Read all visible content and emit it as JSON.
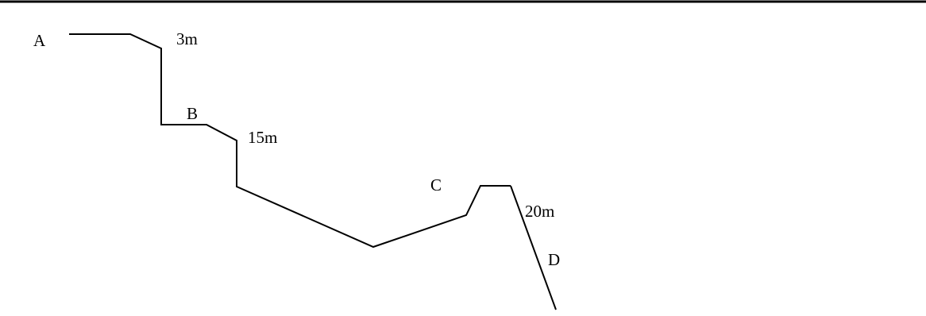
{
  "diagram": {
    "points": [
      {
        "id": "A",
        "label": "A"
      },
      {
        "id": "B",
        "label": "B"
      },
      {
        "id": "C",
        "label": "C"
      },
      {
        "id": "D",
        "label": "D"
      }
    ],
    "measurements": [
      {
        "id": "m1",
        "label": "3m"
      },
      {
        "id": "m2",
        "label": "15m"
      },
      {
        "id": "m3",
        "label": "20m"
      }
    ],
    "colors": {
      "line": "#000000",
      "border": "#000000"
    }
  }
}
